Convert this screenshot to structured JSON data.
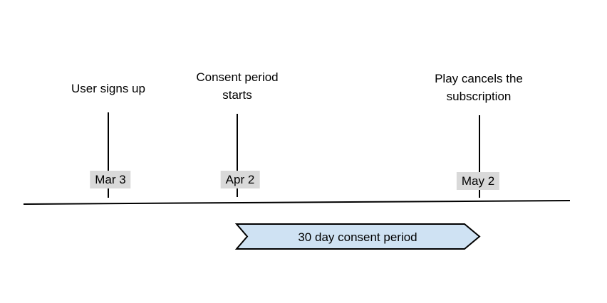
{
  "diagram": {
    "type": "timeline",
    "events": [
      {
        "label": "User signs up",
        "date": "Mar 3"
      },
      {
        "label": "Consent period\nstarts",
        "date": "Apr 2"
      },
      {
        "label": "Play cancels the\nsubscription",
        "date": "May 2"
      }
    ],
    "banner": {
      "label": "30 day consent period"
    },
    "colors": {
      "banner_fill": "#cfe2f3",
      "banner_stroke": "#000000",
      "date_label_bg": "#d9d9d9",
      "line": "#000000",
      "text": "#000000",
      "background": "#ffffff"
    }
  }
}
